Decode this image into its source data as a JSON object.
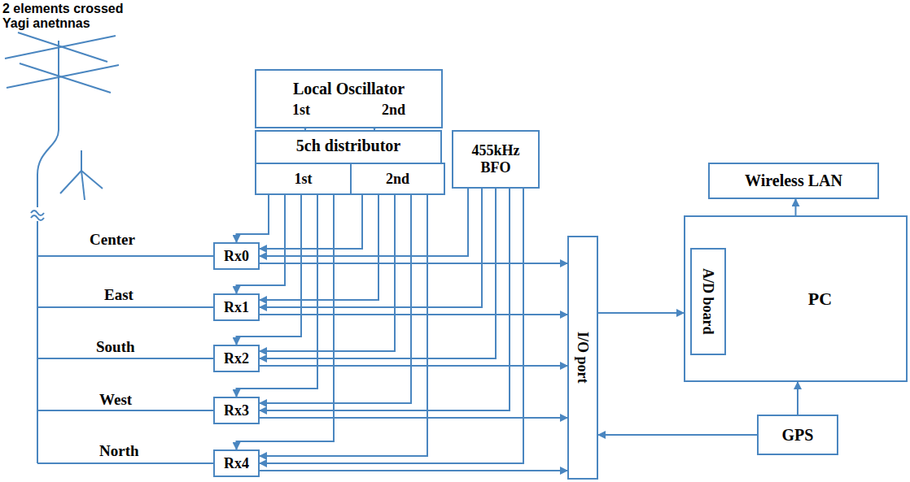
{
  "diagram": {
    "nodes": [
      {
        "text": [
          "Local Oscillator",
          "1st",
          "2nd"
        ]
      },
      {
        "text": [
          "5ch distributor"
        ]
      },
      {
        "text": [
          "1st"
        ],
        "in": 1
      },
      {
        "text": [
          "2nd"
        ],
        "in": 1
      },
      {
        "text": [
          "455kHz BFO"
        ]
      },
      {
        "text": [
          "Rx0"
        ]
      },
      {
        "text": [
          "Rx1"
        ]
      },
      {
        "text": [
          "Rx2"
        ]
      },
      {
        "text": [
          "Rx3"
        ]
      },
      {
        "text": [
          "Rx4"
        ]
      },
      {
        "text": [
          "I/O port"
        ]
      },
      {
        "text": [
          "Wireless LAN"
        ]
      },
      {
        "text": [
          "PC"
        ]
      },
      {
        "text": [
          "A/D board"
        ],
        "in": 12
      },
      {
        "text": [
          "GPS"
        ]
      }
    ],
    "edges": [
      {
        "from": 0,
        "to": 1,
        "arrow": "to"
      },
      {
        "from": 0,
        "to": 1,
        "arrow": "to"
      },
      {
        "from": 2,
        "to": 5,
        "arrow": "to"
      },
      {
        "from": 2,
        "to": 6,
        "arrow": "to"
      },
      {
        "from": 2,
        "to": 7,
        "arrow": "to"
      },
      {
        "from": 2,
        "to": 8,
        "arrow": "to"
      },
      {
        "from": 2,
        "to": 9,
        "arrow": "to"
      },
      {
        "from": 3,
        "to": 5,
        "arrow": "to"
      },
      {
        "from": 3,
        "to": 6,
        "arrow": "to"
      },
      {
        "from": 3,
        "to": 7,
        "arrow": "to"
      },
      {
        "from": 3,
        "to": 8,
        "arrow": "to"
      },
      {
        "from": 3,
        "to": 9,
        "arrow": "to"
      },
      {
        "from": 4,
        "to": 5,
        "arrow": "to"
      },
      {
        "from": 4,
        "to": 6,
        "arrow": "to"
      },
      {
        "from": 4,
        "to": 7,
        "arrow": "to"
      },
      {
        "from": 4,
        "to": 8,
        "arrow": "to"
      },
      {
        "from": 4,
        "to": 9,
        "arrow": "to"
      },
      {
        "from": 5,
        "to": 10,
        "arrow": "to"
      },
      {
        "from": 6,
        "to": 10,
        "arrow": "to"
      },
      {
        "from": 7,
        "to": 10,
        "arrow": "to"
      },
      {
        "from": 8,
        "to": 10,
        "arrow": "to"
      },
      {
        "from": 9,
        "to": 10,
        "arrow": "to"
      },
      {
        "from": 10,
        "to": 12,
        "arrow": "to"
      },
      {
        "from": 12,
        "to": 11,
        "arrow": "to"
      },
      {
        "from": 14,
        "to": 12,
        "arrow": "to"
      },
      {
        "from": 14,
        "to": 10,
        "arrow": "to"
      }
    ],
    "labels": [
      "2 elements crossed Yagi anetnnas",
      "Center",
      "East",
      "South",
      "West",
      "North"
    ]
  }
}
